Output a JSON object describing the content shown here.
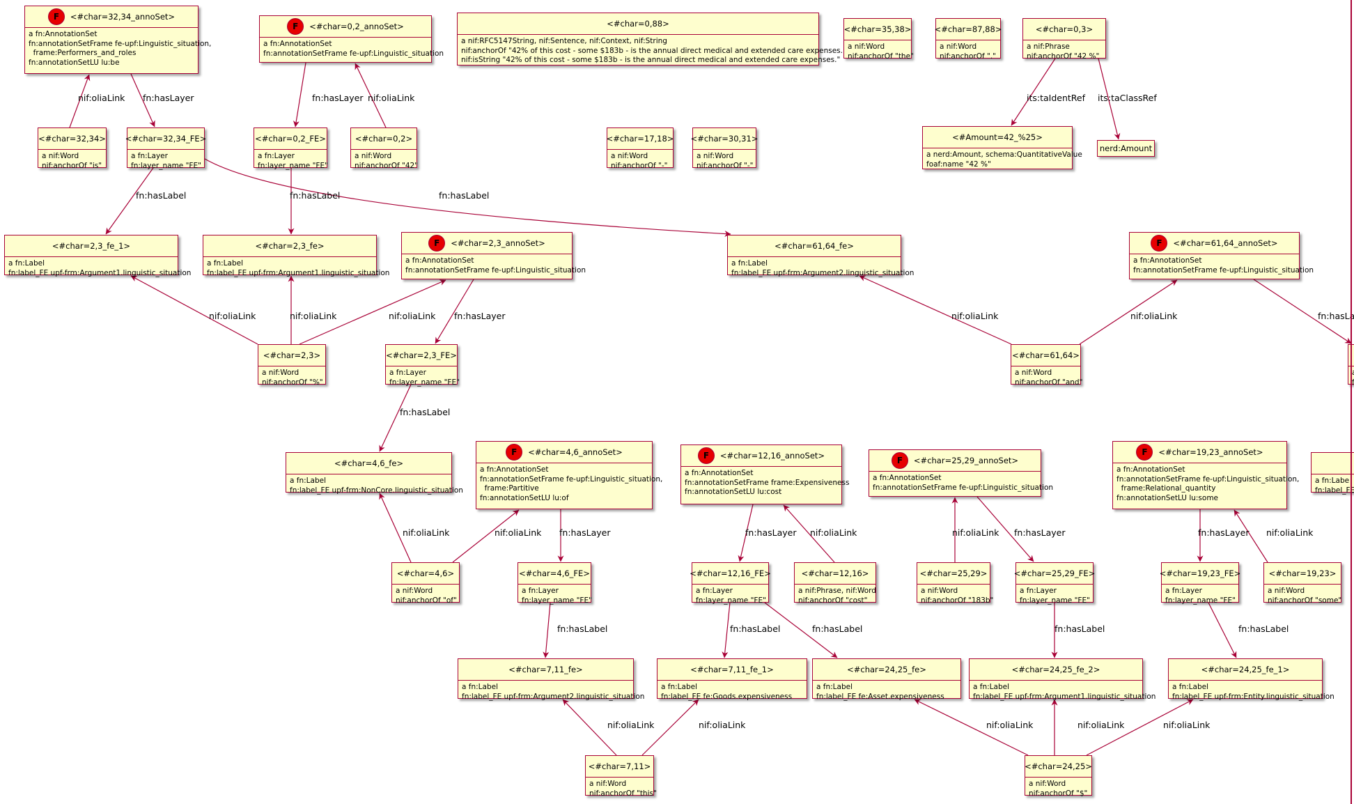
{
  "diagram": {
    "stereotype_letter": "F",
    "nodes": [
      {
        "id": "annoSet_32_34",
        "title": "<#char=32,34_annoSet>",
        "stereotype": true,
        "lines": [
          "a fn:AnnotationSet",
          "fn:annotationSetFrame fe-upf:Linguistic_situation,",
          "  frame:Performers_and_roles",
          "fn:annotationSetLU lu:be"
        ]
      },
      {
        "id": "annoSet_0_2",
        "title": "<#char=0,2_annoSet>",
        "stereotype": true,
        "lines": [
          "a fn:AnnotationSet",
          "fn:annotationSetFrame fe-upf:Linguistic_situation"
        ]
      },
      {
        "id": "char_0_88",
        "title": "<#char=0,88>",
        "stereotype": false,
        "lines": [
          "a nif:RFC5147String, nif:Sentence, nif:Context, nif:String",
          "nif:anchorOf \"42% of this cost - some $183b - is the annual direct medical and extended care expenses.\"",
          "nif:isString \"42% of this cost - some $183b - is the annual direct medical and extended care expenses.\""
        ]
      },
      {
        "id": "char_35_38",
        "title": "<#char=35,38>",
        "stereotype": false,
        "lines": [
          "a nif:Word",
          "nif:anchorOf \"the\""
        ]
      },
      {
        "id": "char_87_88",
        "title": "<#char=87,88>",
        "stereotype": false,
        "lines": [
          "a nif:Word",
          "nif:anchorOf \".\""
        ]
      },
      {
        "id": "char_0_3",
        "title": "<#char=0,3>",
        "stereotype": false,
        "lines": [
          "a nif:Phrase",
          "nif:anchorOf \"42 %\""
        ]
      },
      {
        "id": "char_32_34",
        "title": "<#char=32,34>",
        "stereotype": false,
        "lines": [
          "a nif:Word",
          "nif:anchorOf \"is\""
        ]
      },
      {
        "id": "FE_32_34",
        "title": "<#char=32,34_FE>",
        "stereotype": false,
        "lines": [
          "a fn:Layer",
          "fn:layer_name \"FE\""
        ]
      },
      {
        "id": "FE_0_2",
        "title": "<#char=0,2_FE>",
        "stereotype": false,
        "lines": [
          "a fn:Layer",
          "fn:layer_name \"FE\""
        ]
      },
      {
        "id": "char_0_2",
        "title": "<#char=0,2>",
        "stereotype": false,
        "lines": [
          "a nif:Word",
          "nif:anchorOf \"42\""
        ]
      },
      {
        "id": "char_17_18",
        "title": "<#char=17,18>",
        "stereotype": false,
        "lines": [
          "a nif:Word",
          "nif:anchorOf \"-\""
        ]
      },
      {
        "id": "char_30_31",
        "title": "<#char=30,31>",
        "stereotype": false,
        "lines": [
          "a nif:Word",
          "nif:anchorOf \"-\""
        ]
      },
      {
        "id": "amount",
        "title": "<#Amount=42_%25>",
        "stereotype": false,
        "lines": [
          "a nerd:Amount, schema:QuantitativeValue",
          "foaf:name \"42 %\""
        ]
      },
      {
        "id": "nerd_amount",
        "title": "nerd:Amount",
        "stereotype": false,
        "lines": []
      },
      {
        "id": "fe_2_3_1",
        "title": "<#char=2,3_fe_1>",
        "stereotype": false,
        "lines": [
          "a fn:Label",
          "fn:label_FE upf-frm:Argument1.linguistic_situation"
        ]
      },
      {
        "id": "fe_2_3",
        "title": "<#char=2,3_fe>",
        "stereotype": false,
        "lines": [
          "a fn:Label",
          "fn:label_FE upf-frm:Argument1.linguistic_situation"
        ]
      },
      {
        "id": "annoSet_2_3",
        "title": "<#char=2,3_annoSet>",
        "stereotype": true,
        "lines": [
          "a fn:AnnotationSet",
          "fn:annotationSetFrame fe-upf:Linguistic_situation"
        ]
      },
      {
        "id": "fe_61_64",
        "title": "<#char=61,64_fe>",
        "stereotype": false,
        "lines": [
          "a fn:Label",
          "fn:label_FE upf-frm:Argument2.linguistic_situation"
        ]
      },
      {
        "id": "annoSet_61_64",
        "title": "<#char=61,64_annoSet>",
        "stereotype": true,
        "lines": [
          "a fn:AnnotationSet",
          "fn:annotationSetFrame fe-upf:Linguistic_situation"
        ]
      },
      {
        "id": "char_2_3",
        "title": "<#char=2,3>",
        "stereotype": false,
        "lines": [
          "a nif:Word",
          "nif:anchorOf \"%\""
        ]
      },
      {
        "id": "FE_2_3",
        "title": "<#char=2,3_FE>",
        "stereotype": false,
        "lines": [
          "a fn:Layer",
          "fn:layer_name \"FE\""
        ]
      },
      {
        "id": "char_61_64",
        "title": "<#char=61,64>",
        "stereotype": false,
        "lines": [
          "a nif:Word",
          "nif:anchorOf \"and\""
        ]
      },
      {
        "id": "fe_4_6",
        "title": "<#char=4,6_fe>",
        "stereotype": false,
        "lines": [
          "a fn:Label",
          "fn:label_FE upf-frm:NonCore.linguistic_situation"
        ]
      },
      {
        "id": "annoSet_4_6",
        "title": "<#char=4,6_annoSet>",
        "stereotype": true,
        "lines": [
          "a fn:AnnotationSet",
          "fn:annotationSetFrame fe-upf:Linguistic_situation,",
          "  frame:Partitive",
          "fn:annotationSetLU lu:of"
        ]
      },
      {
        "id": "annoSet_12_16",
        "title": "<#char=12,16_annoSet>",
        "stereotype": true,
        "lines": [
          "a fn:AnnotationSet",
          "fn:annotationSetFrame frame:Expensiveness",
          "fn:annotationSetLU lu:cost"
        ]
      },
      {
        "id": "annoSet_25_29",
        "title": "<#char=25,29_annoSet>",
        "stereotype": true,
        "lines": [
          "a fn:AnnotationSet",
          "fn:annotationSetFrame fe-upf:Linguistic_situation"
        ]
      },
      {
        "id": "annoSet_19_23",
        "title": "<#char=19,23_annoSet>",
        "stereotype": true,
        "lines": [
          "a fn:AnnotationSet",
          "fn:annotationSetFrame fe-upf:Linguistic_situation,",
          "  frame:Relational_quantity",
          "fn:annotationSetLU lu:some"
        ]
      },
      {
        "id": "partial_right",
        "title": "",
        "stereotype": false,
        "lines": [
          "a fn:Labe",
          "fn:label_FE"
        ]
      },
      {
        "id": "char_4_6",
        "title": "<#char=4,6>",
        "stereotype": false,
        "lines": [
          "a nif:Word",
          "nif:anchorOf \"of\""
        ]
      },
      {
        "id": "FE_4_6",
        "title": "<#char=4,6_FE>",
        "stereotype": false,
        "lines": [
          "a fn:Layer",
          "fn:layer_name \"FE\""
        ]
      },
      {
        "id": "FE_12_16",
        "title": "<#char=12,16_FE>",
        "stereotype": false,
        "lines": [
          "a fn:Layer",
          "fn:layer_name \"FE\""
        ]
      },
      {
        "id": "char_12_16",
        "title": "<#char=12,16>",
        "stereotype": false,
        "lines": [
          "a nif:Phrase, nif:Word",
          "nif:anchorOf \"cost\""
        ]
      },
      {
        "id": "char_25_29",
        "title": "<#char=25,29>",
        "stereotype": false,
        "lines": [
          "a nif:Word",
          "nif:anchorOf \"183b\""
        ]
      },
      {
        "id": "FE_25_29",
        "title": "<#char=25,29_FE>",
        "stereotype": false,
        "lines": [
          "a fn:Layer",
          "fn:layer_name \"FE\""
        ]
      },
      {
        "id": "FE_19_23",
        "title": "<#char=19,23_FE>",
        "stereotype": false,
        "lines": [
          "a fn:Layer",
          "fn:layer_name \"FE\""
        ]
      },
      {
        "id": "char_19_23",
        "title": "<#char=19,23>",
        "stereotype": false,
        "lines": [
          "a nif:Word",
          "nif:anchorOf \"some\""
        ]
      },
      {
        "id": "fe_7_11",
        "title": "<#char=7,11_fe>",
        "stereotype": false,
        "lines": [
          "a fn:Label",
          "fn:label_FE upf-frm:Argument2.linguistic_situation"
        ]
      },
      {
        "id": "fe_7_11_1",
        "title": "<#char=7,11_fe_1>",
        "stereotype": false,
        "lines": [
          "a fn:Label",
          "fn:label_FE fe:Goods.expensiveness"
        ]
      },
      {
        "id": "fe_24_25",
        "title": "<#char=24,25_fe>",
        "stereotype": false,
        "lines": [
          "a fn:Label",
          "fn:label_FE fe:Asset.expensiveness"
        ]
      },
      {
        "id": "fe_24_25_2",
        "title": "<#char=24,25_fe_2>",
        "stereotype": false,
        "lines": [
          "a fn:Label",
          "fn:label_FE upf-frm:Argument1.linguistic_situation"
        ]
      },
      {
        "id": "fe_24_25_1",
        "title": "<#char=24,25_fe_1>",
        "stereotype": false,
        "lines": [
          "a fn:Label",
          "fn:label_FE upf-frm:Entity.linguistic_situation"
        ]
      },
      {
        "id": "char_7_11",
        "title": "<#char=7,11>",
        "stereotype": false,
        "lines": [
          "a nif:Word",
          "nif:anchorOf \"this\""
        ]
      },
      {
        "id": "char_24_25",
        "title": "<#char=24,25>",
        "stereotype": false,
        "lines": [
          "a nif:Word",
          "nif:anchorOf \"$\""
        ]
      },
      {
        "id": "partial_mid_right",
        "title": "<",
        "stereotype": false,
        "lines": [
          "a",
          "f"
        ]
      }
    ],
    "edges": [
      {
        "from": "char_32_34",
        "to": "annoSet_32_34",
        "label": "nif:oliaLink"
      },
      {
        "from": "annoSet_32_34",
        "to": "FE_32_34",
        "label": "fn:hasLayer"
      },
      {
        "from": "annoSet_0_2",
        "to": "FE_0_2",
        "label": "fn:hasLayer"
      },
      {
        "from": "char_0_2",
        "to": "annoSet_0_2",
        "label": "nif:oliaLink"
      },
      {
        "from": "char_0_3",
        "to": "amount",
        "label": "its:taIdentRef"
      },
      {
        "from": "char_0_3",
        "to": "nerd_amount",
        "label": "its:taClassRef"
      },
      {
        "from": "FE_32_34",
        "to": "fe_2_3_1",
        "label": "fn:hasLabel"
      },
      {
        "from": "FE_0_2",
        "to": "fe_2_3",
        "label": "fn:hasLabel"
      },
      {
        "from": "FE_32_34",
        "to": "fe_61_64",
        "label": "fn:hasLabel"
      },
      {
        "from": "char_2_3",
        "to": "fe_2_3_1",
        "label": "nif:oliaLink"
      },
      {
        "from": "char_2_3",
        "to": "fe_2_3",
        "label": "nif:oliaLink"
      },
      {
        "from": "char_2_3",
        "to": "annoSet_2_3",
        "label": "nif:oliaLink"
      },
      {
        "from": "annoSet_2_3",
        "to": "FE_2_3",
        "label": "fn:hasLayer"
      },
      {
        "from": "char_61_64",
        "to": "fe_61_64",
        "label": "nif:oliaLink"
      },
      {
        "from": "char_61_64",
        "to": "annoSet_61_64",
        "label": "nif:oliaLink"
      },
      {
        "from": "annoSet_61_64",
        "to": "partial_mid_right",
        "label": "fn:hasLayer"
      },
      {
        "from": "FE_2_3",
        "to": "fe_4_6",
        "label": "fn:hasLabel"
      },
      {
        "from": "char_4_6",
        "to": "fe_4_6",
        "label": "nif:oliaLink"
      },
      {
        "from": "char_4_6",
        "to": "annoSet_4_6",
        "label": "nif:oliaLink"
      },
      {
        "from": "annoSet_4_6",
        "to": "FE_4_6",
        "label": "fn:hasLayer"
      },
      {
        "from": "annoSet_12_16",
        "to": "FE_12_16",
        "label": "fn:hasLayer"
      },
      {
        "from": "char_12_16",
        "to": "annoSet_12_16",
        "label": "nif:oliaLink"
      },
      {
        "from": "char_25_29",
        "to": "annoSet_25_29",
        "label": "nif:oliaLink"
      },
      {
        "from": "annoSet_25_29",
        "to": "FE_25_29",
        "label": "fn:hasLayer"
      },
      {
        "from": "annoSet_19_23",
        "to": "FE_19_23",
        "label": "fn:hasLayer"
      },
      {
        "from": "char_19_23",
        "to": "annoSet_19_23",
        "label": "nif:oliaLink"
      },
      {
        "from": "FE_4_6",
        "to": "fe_7_11",
        "label": "fn:hasLabel"
      },
      {
        "from": "FE_12_16",
        "to": "fe_7_11_1",
        "label": "fn:hasLabel"
      },
      {
        "from": "FE_12_16",
        "to": "fe_24_25",
        "label": "fn:hasLabel"
      },
      {
        "from": "FE_25_29",
        "to": "fe_24_25_2",
        "label": "fn:hasLabel"
      },
      {
        "from": "FE_19_23",
        "to": "fe_24_25_1",
        "label": "fn:hasLabel"
      },
      {
        "from": "char_7_11",
        "to": "fe_7_11",
        "label": "nif:oliaLink"
      },
      {
        "from": "char_7_11",
        "to": "fe_7_11_1",
        "label": "nif:oliaLink"
      },
      {
        "from": "char_24_25",
        "to": "fe_24_25",
        "label": "nif:oliaLink"
      },
      {
        "from": "char_24_25",
        "to": "fe_24_25_2",
        "label": "nif:oliaLink"
      },
      {
        "from": "char_24_25",
        "to": "fe_24_25_1",
        "label": "nif:oliaLink"
      }
    ],
    "colors": {
      "node_fill": "#fefece",
      "border": "#a80036",
      "stereotype_circle": "#e60000",
      "edge": "#a80036",
      "text": "#000000"
    }
  }
}
